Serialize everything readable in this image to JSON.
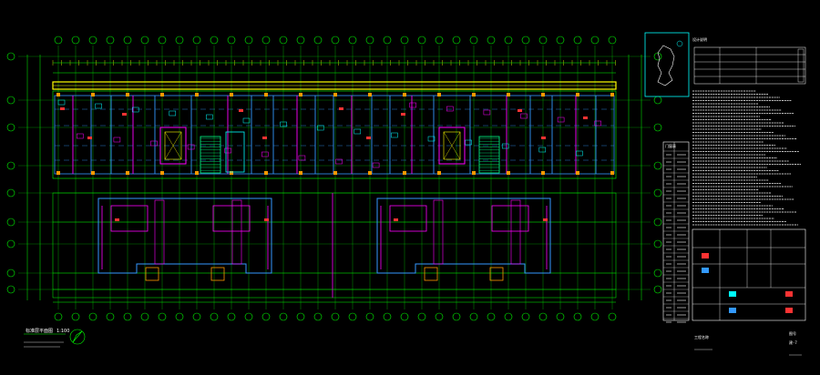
{
  "drawing": {
    "type": "architectural-floor-plan",
    "background": "#000000",
    "colors": {
      "axis_line": "#00ff00",
      "wall": "#ff00ff",
      "wall_core": "#3399ff",
      "dimension": "#ffff00",
      "column": "#ff9900",
      "text": "#ffffff",
      "cyan": "#00ffff",
      "red": "#ff3333",
      "stair": "#00ff88"
    },
    "plan_title": "标准层平面图",
    "plan_scale": "1:100"
  },
  "notes_panel": {
    "title": "设计说明",
    "table_header": "门窗表"
  },
  "title_block": {
    "project_label": "工程名称",
    "sheet_label": "图号",
    "sheet_number": "建-7"
  }
}
